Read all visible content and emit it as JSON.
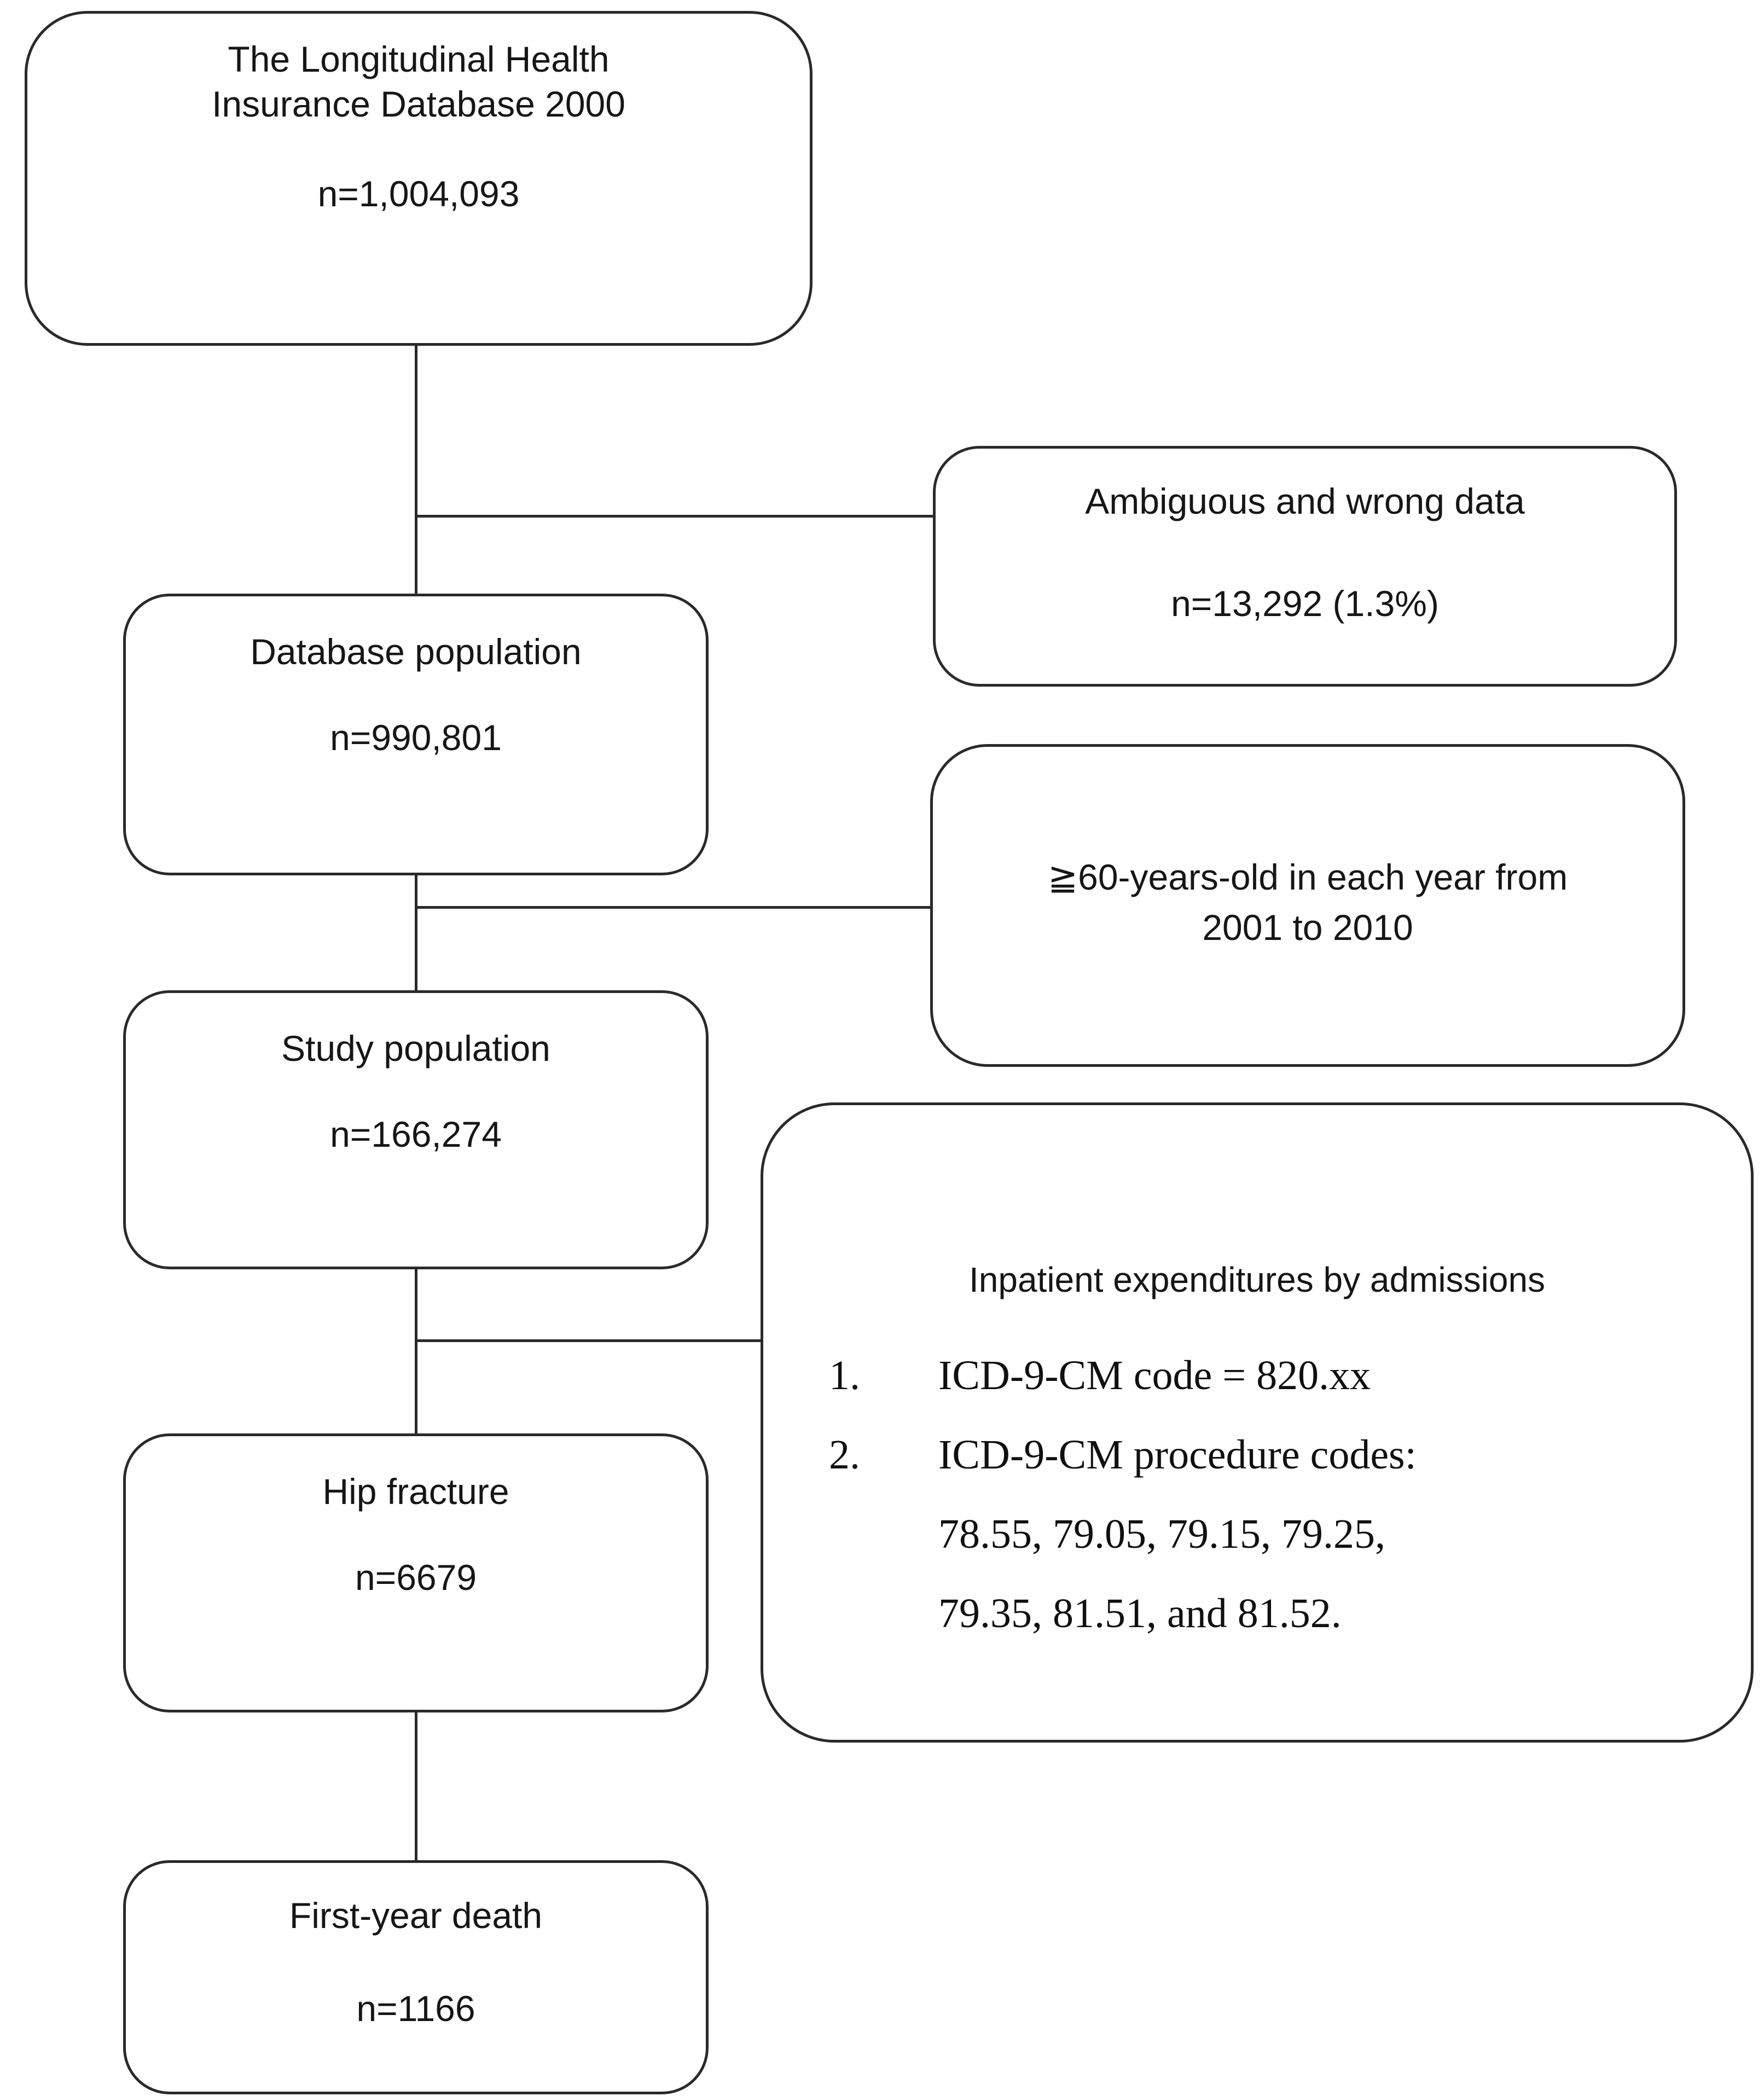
{
  "figure": {
    "background_color": "#ffffff",
    "line_color": "#2a2a2a"
  },
  "boxes": {
    "lhid": {
      "line1": "The Longitudinal Health",
      "line2": "Insurance Database 2000",
      "n": "n=1,004,093"
    },
    "ambiguous": {
      "line1": "Ambiguous and wrong data",
      "n": "n=13,292 (1.3%)"
    },
    "database": {
      "line1": "Database population",
      "n": "n=990,801"
    },
    "age_criteria": {
      "line1": "≧60-years-old in each year from",
      "line2": "2001 to 2010"
    },
    "study": {
      "line1": "Study population",
      "n": "n=166,274"
    },
    "inpatient": {
      "title": "Inpatient expenditures by admissions",
      "items": [
        {
          "num": "1.",
          "lines": [
            "ICD-9-CM code = 820.xx"
          ]
        },
        {
          "num": "2.",
          "lines": [
            "ICD-9-CM procedure codes:",
            "78.55, 79.05, 79.15, 79.25,",
            "79.35, 81.51, and 81.52."
          ]
        }
      ]
    },
    "hip_fracture": {
      "line1": "Hip fracture",
      "n": "n=6679"
    },
    "first_year_death": {
      "line1": "First-year death",
      "n": "n=1166"
    }
  }
}
